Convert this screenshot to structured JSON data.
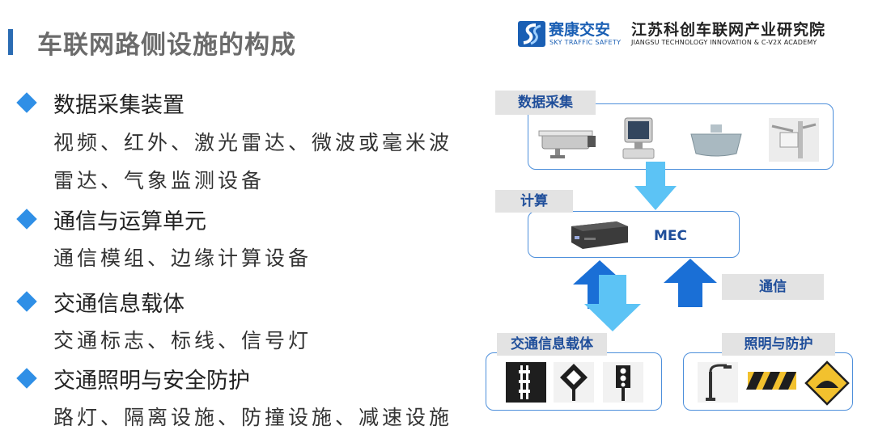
{
  "header": {
    "title": "车联网路侧设施的构成",
    "brand1_cn": "赛康交安",
    "brand1_en": "SKY TRAFFIC SAFETY",
    "brand2_cn": "江苏科创车联网产业研究院",
    "brand2_en": "JIANGSU TECHNOLOGY INNOVATION & C-V2X ACADEMY"
  },
  "sections": [
    {
      "heading": "数据采集装置",
      "lines": [
        "视频、红外、激光雷达、微波或毫米波",
        "雷达、气象监测设备"
      ]
    },
    {
      "heading": "通信与运算单元",
      "lines": [
        "通信模组、边缘计算设备"
      ]
    },
    {
      "heading": "交通信息载体",
      "lines": [
        "交通标志、标线、信号灯"
      ]
    },
    {
      "heading": "交通照明与安全防护",
      "lines": [
        "路灯、隔离设施、防撞设施、减速设施"
      ]
    }
  ],
  "diagram": {
    "data_collection": "数据采集",
    "compute": "计算",
    "mec": "MEC",
    "communication": "通信",
    "traffic_info": "交通信息载体",
    "lighting": "照明与防护"
  },
  "colors": {
    "accent": "#2f8fe6",
    "dark_blue": "#1a5fb4",
    "arrow_light": "#5cc3f5",
    "arrow_dark": "#1a6fd6"
  },
  "icons": [
    "camera-icon",
    "radar-icon",
    "microwave-sensor-icon",
    "weather-sensor-icon",
    "edge-computer-icon",
    "road-marking-icon",
    "diamond-sign-icon",
    "traffic-light-icon",
    "street-lamp-icon",
    "barrier-icon",
    "speed-bump-sign-icon"
  ]
}
